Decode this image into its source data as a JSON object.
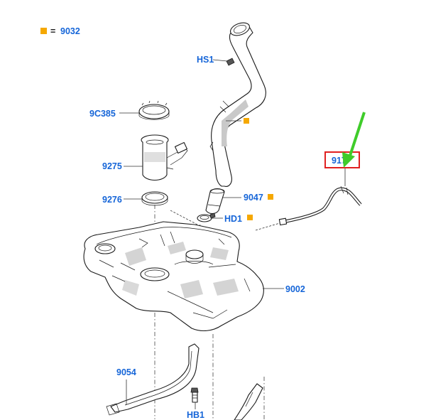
{
  "legend": {
    "label": "9032",
    "color": "#f5a800"
  },
  "colors": {
    "label_blue": "#1565d8",
    "marker_orange": "#f5a800",
    "highlight_red": "#e02020",
    "arrow_green": "#3fcc2a"
  },
  "parts": {
    "hs1": "HS1",
    "p9c385": "9C385",
    "p9275": "9275",
    "p9276": "9276",
    "p9047": "9047",
    "hd1": "HD1",
    "p917": "917",
    "p9002": "9002",
    "p9054": "9054",
    "hb1": "HB1"
  }
}
